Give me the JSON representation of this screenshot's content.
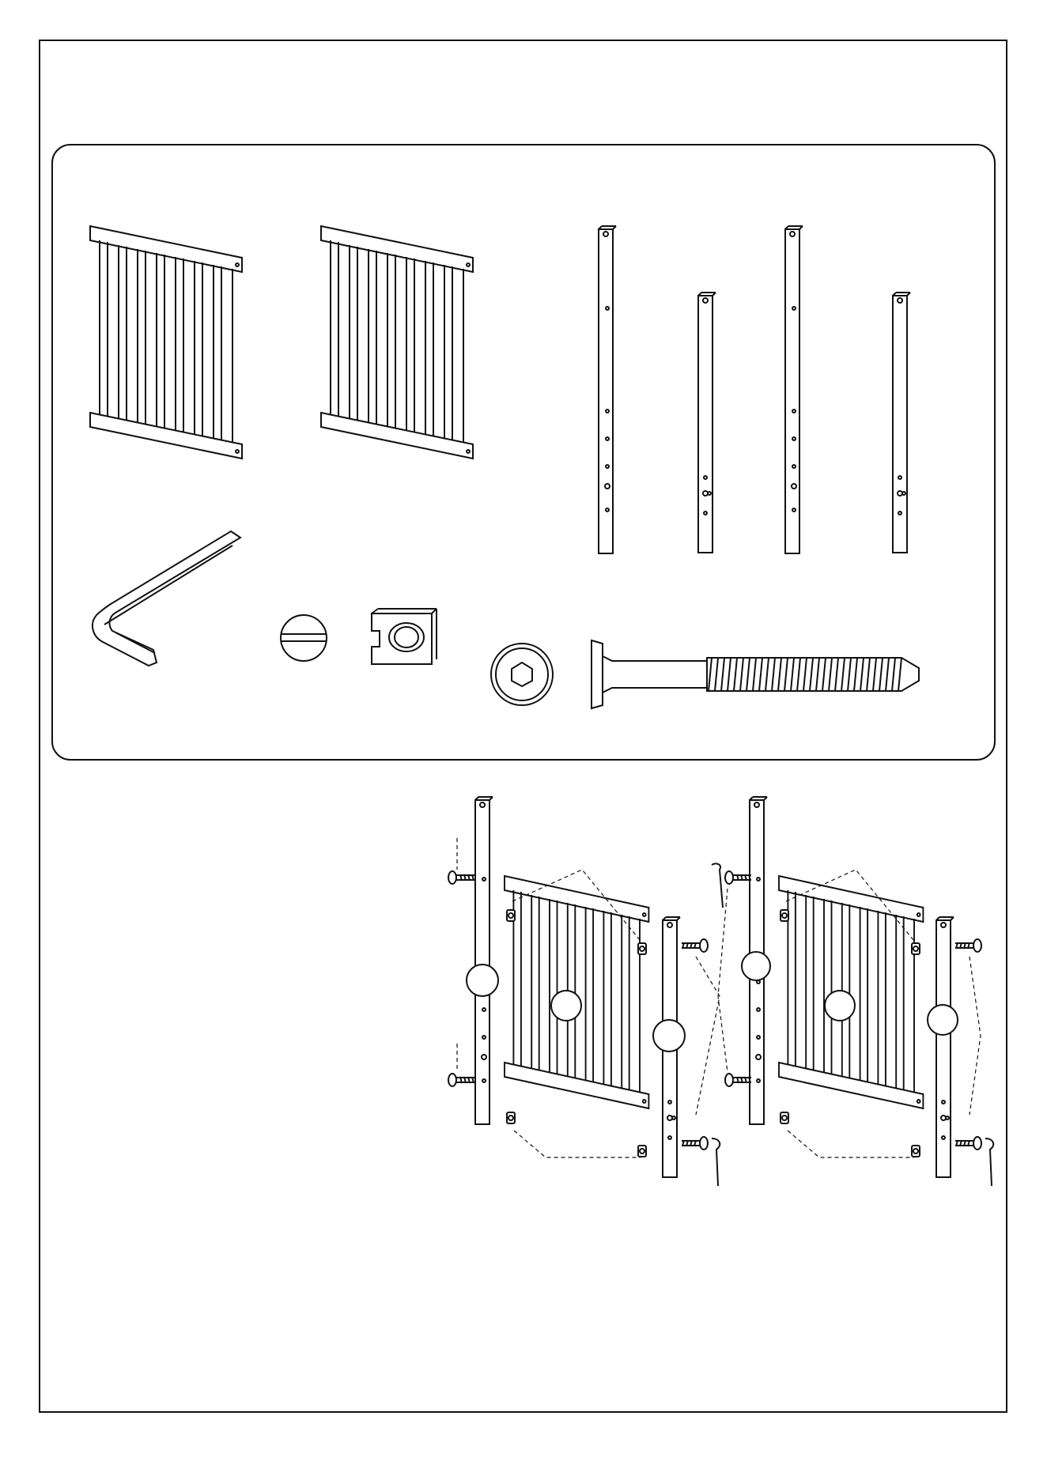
{
  "page": {
    "footer_code": "",
    "colors": {
      "line": "#111111",
      "background": "#ffffff"
    }
  },
  "parts": {
    "side_panels": 2,
    "long_legs": 2,
    "short_legs": 2,
    "tool": "hex-key",
    "fasteners": [
      "barrel-nut",
      "slot-nut",
      "bolt-head",
      "long-bolt"
    ]
  },
  "assembly": {
    "views": 2
  }
}
